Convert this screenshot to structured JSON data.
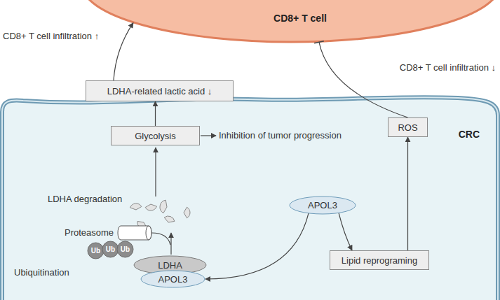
{
  "diagram": {
    "nodes": [
      {
        "text": [
          "CD8+ T cell"
        ]
      },
      {
        "text": [
          "CRC"
        ]
      },
      {
        "text": [
          "LDHA-related lactic acid ↓"
        ]
      },
      {
        "text": [
          "Glycolysis"
        ],
        "in": 1
      },
      {
        "text": [
          "ROS"
        ],
        "in": 1
      },
      {
        "text": [
          "APOL3"
        ],
        "in": 1
      },
      {
        "text": [
          "Lipid reprograming"
        ],
        "in": 1
      },
      {
        "text": [
          "Ub"
        ],
        "in": 1
      },
      {
        "text": [
          "Ub"
        ],
        "in": 1
      },
      {
        "text": [
          "Ub"
        ],
        "in": 1
      },
      {
        "text": [
          "LDHA"
        ],
        "in": 1
      },
      {
        "text": [
          "APOL3"
        ],
        "in": 1
      }
    ],
    "edges": [
      {
        "from": 3,
        "to": 2,
        "arrow": "to"
      },
      {
        "from": 2,
        "to": 0,
        "arrow": "to"
      },
      {
        "from": 4,
        "to": 0,
        "arrow": "to"
      },
      {
        "from": 5,
        "to": 11,
        "arrow": "to"
      },
      {
        "from": 5,
        "to": 6,
        "arrow": "to"
      },
      {
        "from": 6,
        "to": 4,
        "arrow": "to"
      }
    ],
    "labels": [
      "CD8+ T cell infiltration ↑",
      "CD8+ T cell infiltration ↓",
      "Inhibition of tumor progression",
      "LDHA degradation",
      "Proteasome",
      "Ubiquitination"
    ]
  }
}
